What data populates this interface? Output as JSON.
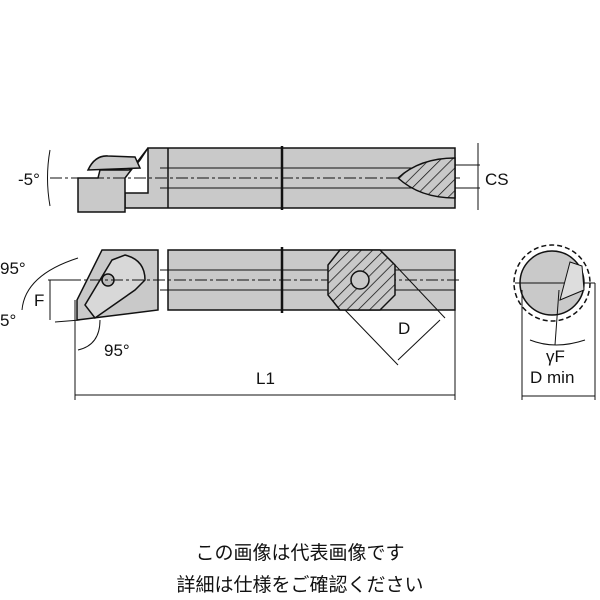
{
  "drawing": {
    "labels": {
      "angle_top": "-5°",
      "angle_side_top": "95°",
      "angle_side_left": "5°",
      "angle_side_bottom": "95°",
      "dim_f": "F",
      "dim_cs": "CS",
      "dim_d": "D",
      "dim_l1": "L1",
      "dim_gamma_f": "γF",
      "dim_d_min": "D min"
    },
    "colors": {
      "body_fill": "#c9c9c9",
      "line": "#111111"
    }
  },
  "caption": {
    "line1": "この画像は代表画像です",
    "line2": "詳細は仕様をご確認ください"
  }
}
